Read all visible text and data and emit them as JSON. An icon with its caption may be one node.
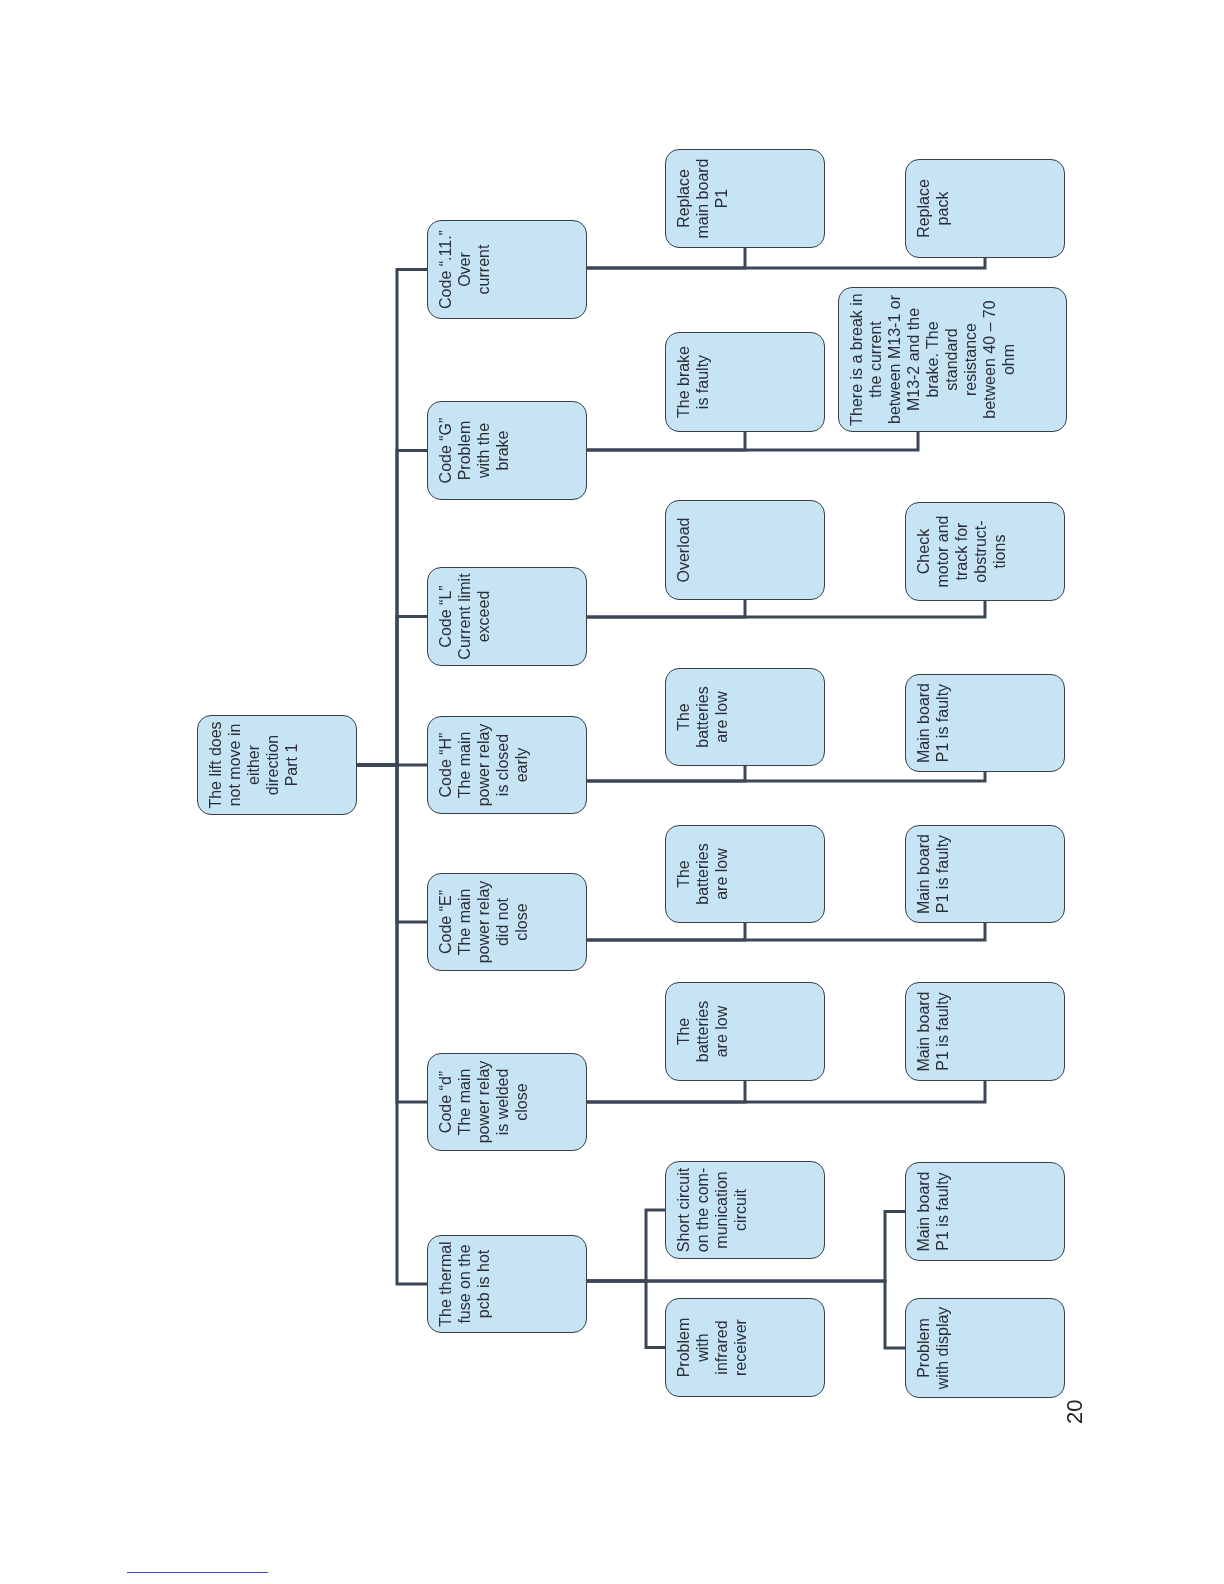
{
  "diagram": {
    "nodes": [
      {
        "text": [
          "The lift does not move in either direction Part 1"
        ]
      },
      {
        "text": [
          "The thermal fuse on the pcb is hot"
        ]
      },
      {
        "text": [
          "Code “d” The main power relay is welded close"
        ]
      },
      {
        "text": [
          "Code “E” The main power relay did not close"
        ]
      },
      {
        "text": [
          "Code “H” The main power relay is closed early"
        ]
      },
      {
        "text": [
          "Code “L” Current limit exceed"
        ]
      },
      {
        "text": [
          "Code “G” Problem with the brake"
        ]
      },
      {
        "text": [
          "Code “.11.” Over current"
        ]
      },
      {
        "text": [
          "Problem with infrared receiver"
        ]
      },
      {
        "text": [
          "Short circuit on the com-munication circuit"
        ]
      },
      {
        "text": [
          "Problem with display"
        ]
      },
      {
        "text": [
          "Main board P1 is faulty"
        ]
      },
      {
        "text": [
          "The batteries are low"
        ]
      },
      {
        "text": [
          "Main board P1 is faulty"
        ]
      },
      {
        "text": [
          "The batteries are low"
        ]
      },
      {
        "text": [
          "Main board P1 is faulty"
        ]
      },
      {
        "text": [
          "The batteries are low"
        ]
      },
      {
        "text": [
          "Main board P1 is faulty"
        ]
      },
      {
        "text": [
          "Overload"
        ]
      },
      {
        "text": [
          "Check motor and track for obstruct-tions"
        ]
      },
      {
        "text": [
          "The brake is faulty"
        ]
      },
      {
        "text": [
          "There is a break in the current between M13-1 or M13-2 and the brake. The standard resistance between 40 – 70 ohm"
        ]
      },
      {
        "text": [
          "Replace main board P1"
        ]
      },
      {
        "text": [
          "Replace pack"
        ]
      }
    ],
    "edges": [
      {
        "from": 0,
        "to": 1,
        "arrow": "none"
      },
      {
        "from": 0,
        "to": 2,
        "arrow": "none"
      },
      {
        "from": 0,
        "to": 3,
        "arrow": "none"
      },
      {
        "from": 0,
        "to": 4,
        "arrow": "none"
      },
      {
        "from": 0,
        "to": 5,
        "arrow": "none"
      },
      {
        "from": 0,
        "to": 6,
        "arrow": "none"
      },
      {
        "from": 0,
        "to": 7,
        "arrow": "none"
      },
      {
        "from": 1,
        "to": 8,
        "arrow": "none"
      },
      {
        "from": 1,
        "to": 9,
        "arrow": "none"
      },
      {
        "from": 1,
        "to": 10,
        "arrow": "none"
      },
      {
        "from": 1,
        "to": 11,
        "arrow": "none"
      },
      {
        "from": 2,
        "to": 12,
        "arrow": "none"
      },
      {
        "from": 2,
        "to": 13,
        "arrow": "none"
      },
      {
        "from": 3,
        "to": 14,
        "arrow": "none"
      },
      {
        "from": 3,
        "to": 15,
        "arrow": "none"
      },
      {
        "from": 4,
        "to": 16,
        "arrow": "none"
      },
      {
        "from": 4,
        "to": 17,
        "arrow": "none"
      },
      {
        "from": 5,
        "to": 18,
        "arrow": "none"
      },
      {
        "from": 5,
        "to": 19,
        "arrow": "none"
      },
      {
        "from": 6,
        "to": 20,
        "arrow": "none"
      },
      {
        "from": 6,
        "to": 21,
        "arrow": "none"
      },
      {
        "from": 7,
        "to": 22,
        "arrow": "none"
      },
      {
        "from": 7,
        "to": 23,
        "arrow": "none"
      }
    ],
    "labels": [
      "20"
    ]
  }
}
